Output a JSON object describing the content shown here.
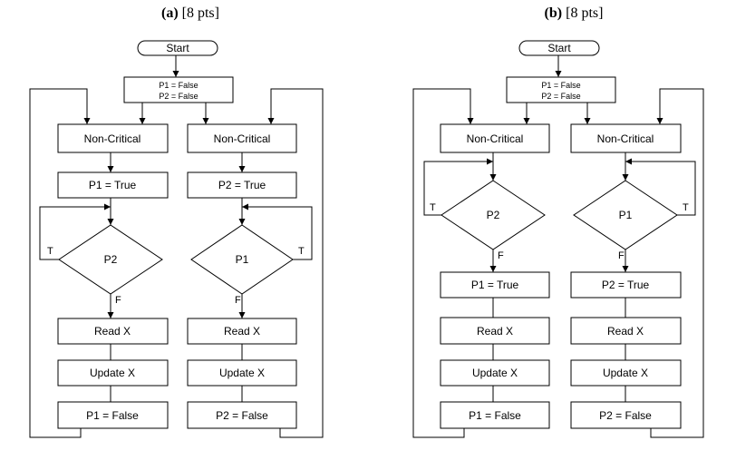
{
  "diagrams": [
    {
      "caption_letter": "(a)",
      "caption_points": "[8 pts]",
      "start": "Start",
      "init_p1": "P1 = False",
      "init_p2": "P2 = False",
      "left": {
        "noncritical": "Non-Critical",
        "step1": "P1 = True",
        "decision": "P2",
        "t_label": "T",
        "f_label": "F",
        "read": "Read X",
        "update": "Update X",
        "last": "P1 = False"
      },
      "right": {
        "noncritical": "Non-Critical",
        "step1": "P2 = True",
        "decision": "P1",
        "t_label": "T",
        "f_label": "F",
        "read": "Read X",
        "update": "Update X",
        "last": "P2 = False"
      }
    },
    {
      "caption_letter": "(b)",
      "caption_points": "[8 pts]",
      "start": "Start",
      "init_p1": "P1 = False",
      "init_p2": "P2 = False",
      "left": {
        "noncritical": "Non-Critical",
        "decision": "P2",
        "t_label": "T",
        "f_label": "F",
        "step1": "P1 = True",
        "read": "Read X",
        "update": "Update X",
        "last": "P1 = False"
      },
      "right": {
        "noncritical": "Non-Critical",
        "decision": "P1",
        "t_label": "T",
        "f_label": "F",
        "step1": "P2 = True",
        "read": "Read X",
        "update": "Update X",
        "last": "P2 = False"
      }
    }
  ]
}
